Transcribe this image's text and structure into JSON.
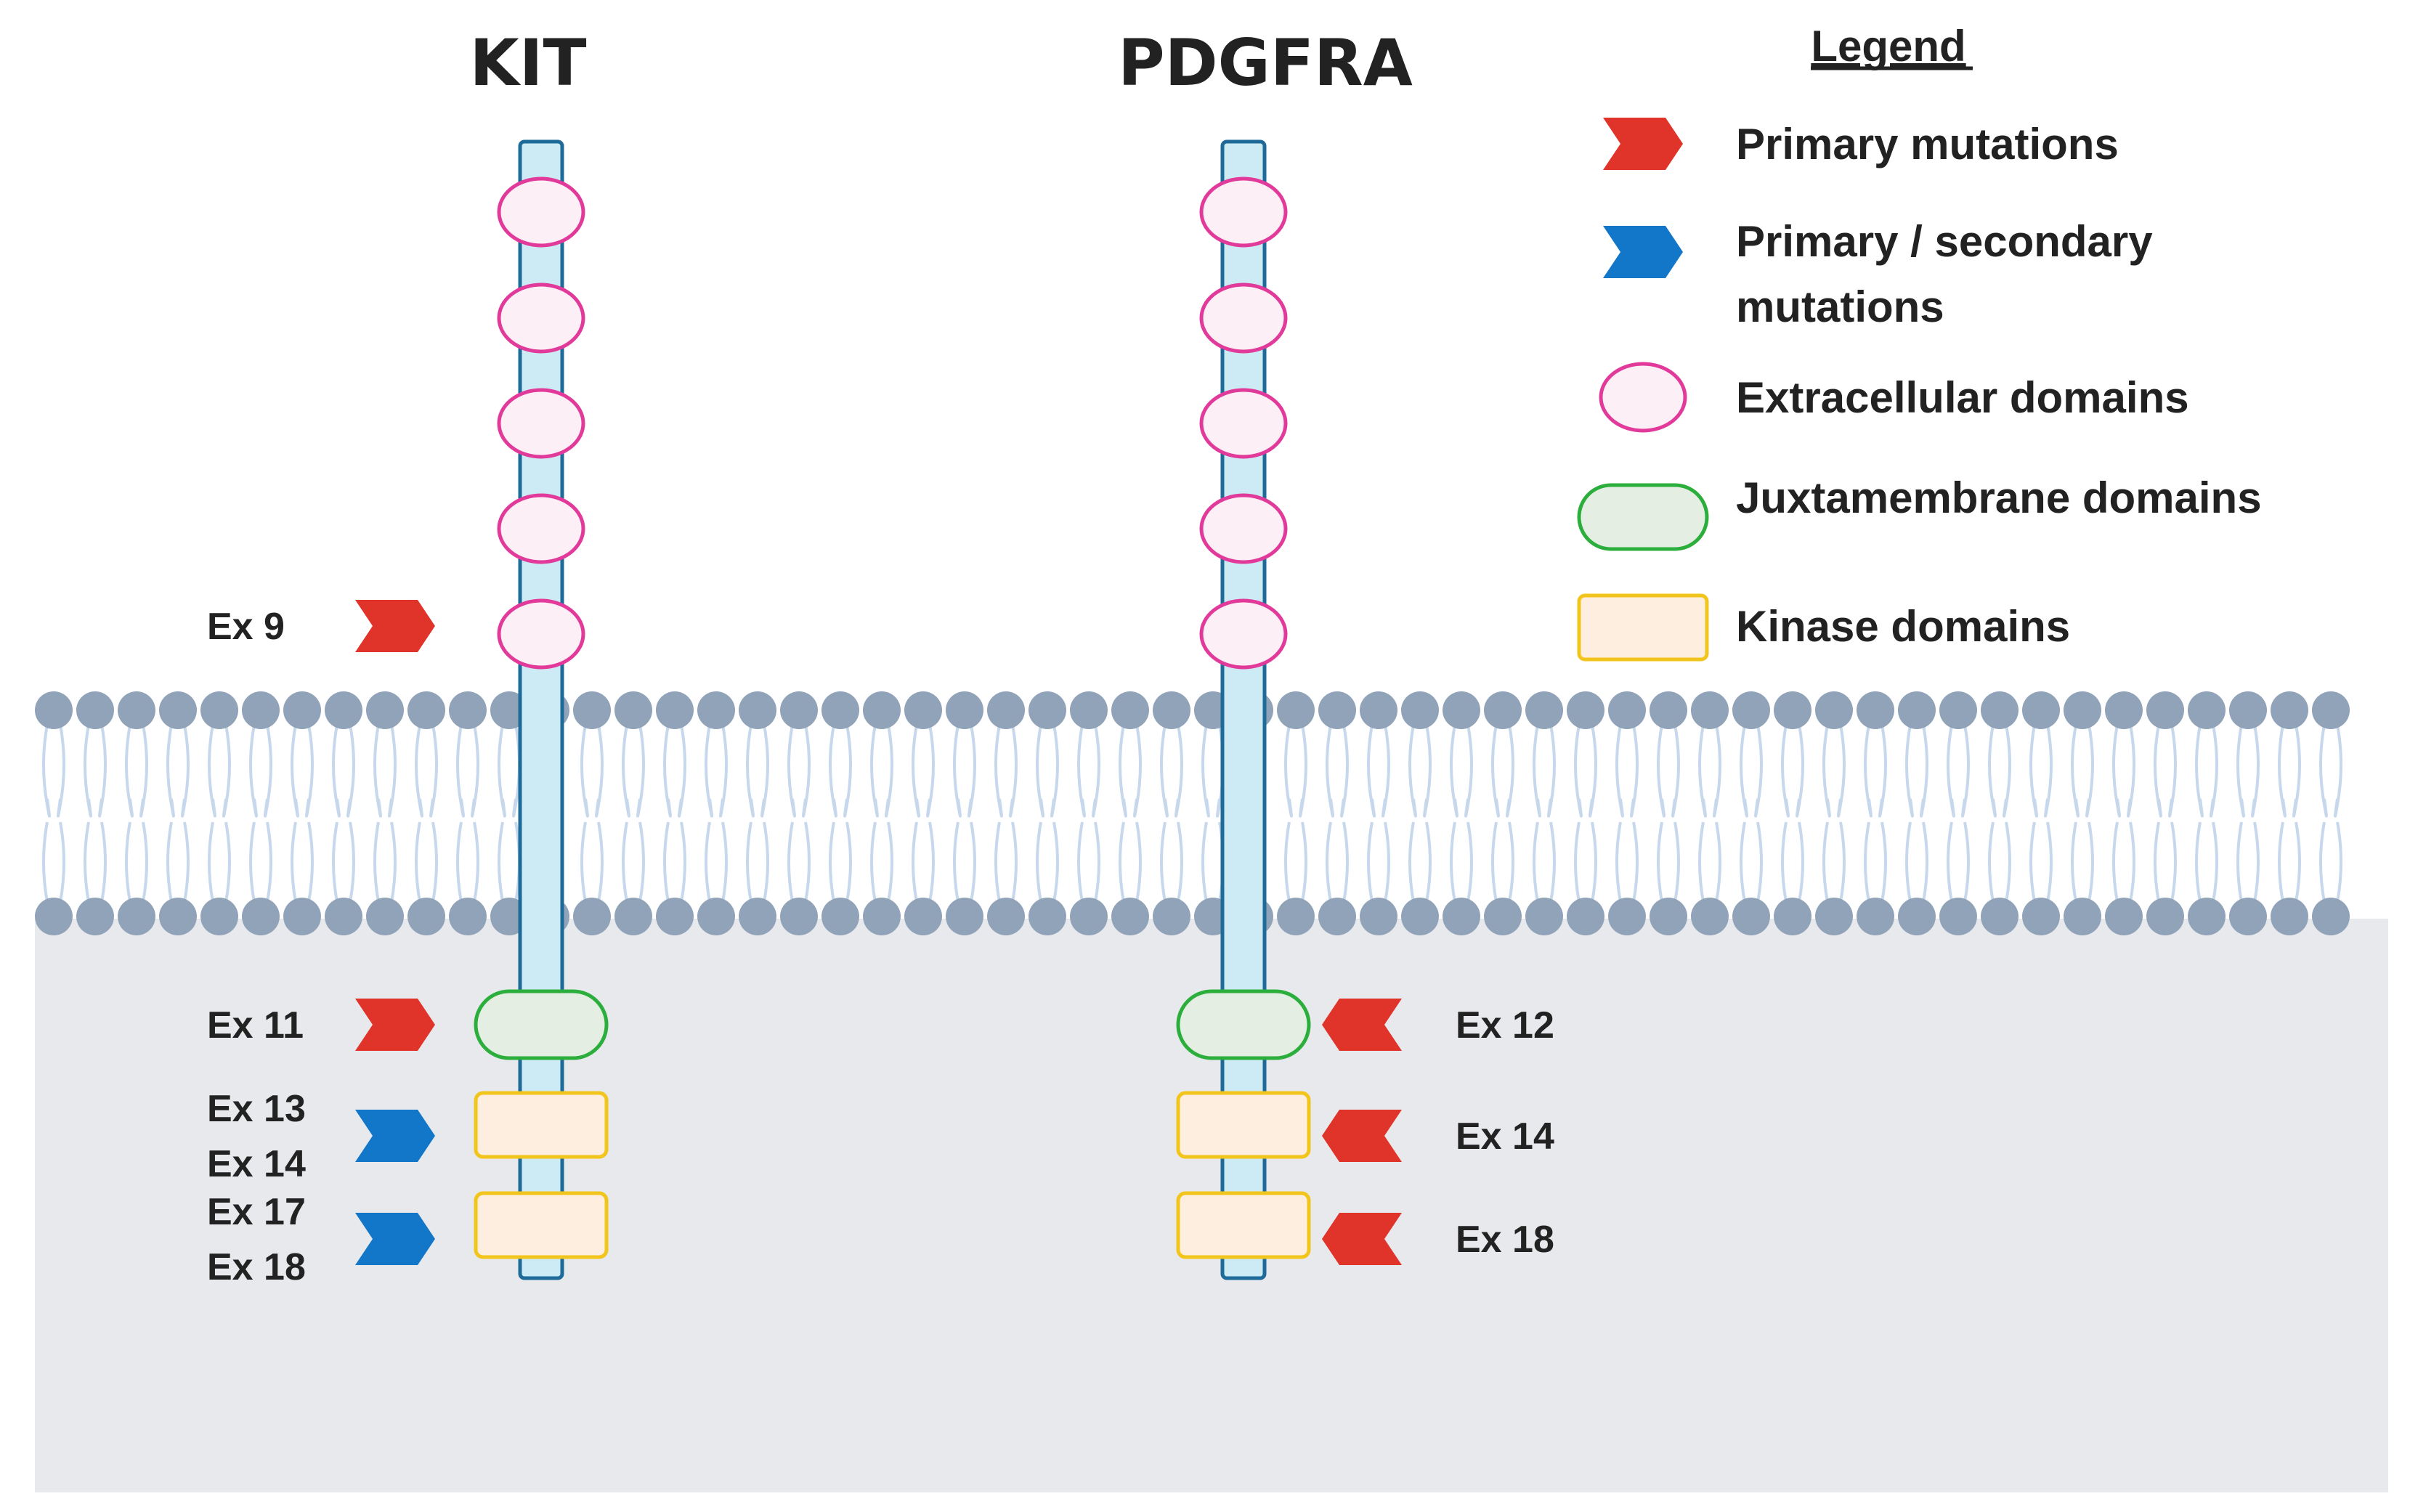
{
  "colors": {
    "primary_mutation": "#E0342B",
    "secondary_mutation": "#1277C9",
    "extracellular_fill": "#FDEFF6",
    "extracellular_stroke": "#E23A9A",
    "juxtamembrane_fill": "#E5EEE3",
    "juxtamembrane_stroke": "#2CAE3C",
    "kinase_fill": "#FDEEDF",
    "kinase_stroke": "#F2C51D",
    "receptor_fill": "#CDEBF4",
    "receptor_stroke": "#1E6B9A",
    "membrane_head": "#91A3B8",
    "membrane_tail": "#C7D8EC",
    "cytoplasm": "#E7E9EC"
  },
  "receptors": [
    {
      "name": "KIT",
      "mutations": [
        {
          "lines": [
            "Ex 9"
          ],
          "type": "primary",
          "side": "left",
          "domain": "extracellular"
        },
        {
          "lines": [
            "Ex 11"
          ],
          "type": "primary",
          "side": "left",
          "domain": "juxtamembrane"
        },
        {
          "lines": [
            "Ex 13",
            "Ex 14"
          ],
          "type": "secondary",
          "side": "left",
          "domain": "kinase-1"
        },
        {
          "lines": [
            "Ex 17",
            "Ex 18"
          ],
          "type": "secondary",
          "side": "left",
          "domain": "kinase-2"
        }
      ]
    },
    {
      "name": "PDGFRA",
      "mutations": [
        {
          "lines": [
            "Ex 12"
          ],
          "type": "primary",
          "side": "right",
          "domain": "juxtamembrane"
        },
        {
          "lines": [
            "Ex 14"
          ],
          "type": "primary",
          "side": "right",
          "domain": "kinase-1"
        },
        {
          "lines": [
            "Ex 18"
          ],
          "type": "primary",
          "side": "right",
          "domain": "kinase-2"
        }
      ]
    }
  ],
  "legend": {
    "title": "Legend",
    "items": [
      {
        "icon": "red-chevron-icon",
        "lines": [
          "Primary mutations"
        ]
      },
      {
        "icon": "blue-chevron-icon",
        "lines": [
          "Primary / secondary",
          "mutations"
        ]
      },
      {
        "icon": "pink-ellipse-icon",
        "lines": [
          "Extracellular domains"
        ]
      },
      {
        "icon": "green-rounded-rect-icon",
        "lines": [
          "Juxtamembrane domains"
        ]
      },
      {
        "icon": "yellow-rect-icon",
        "lines": [
          "Kinase domains"
        ]
      }
    ]
  }
}
